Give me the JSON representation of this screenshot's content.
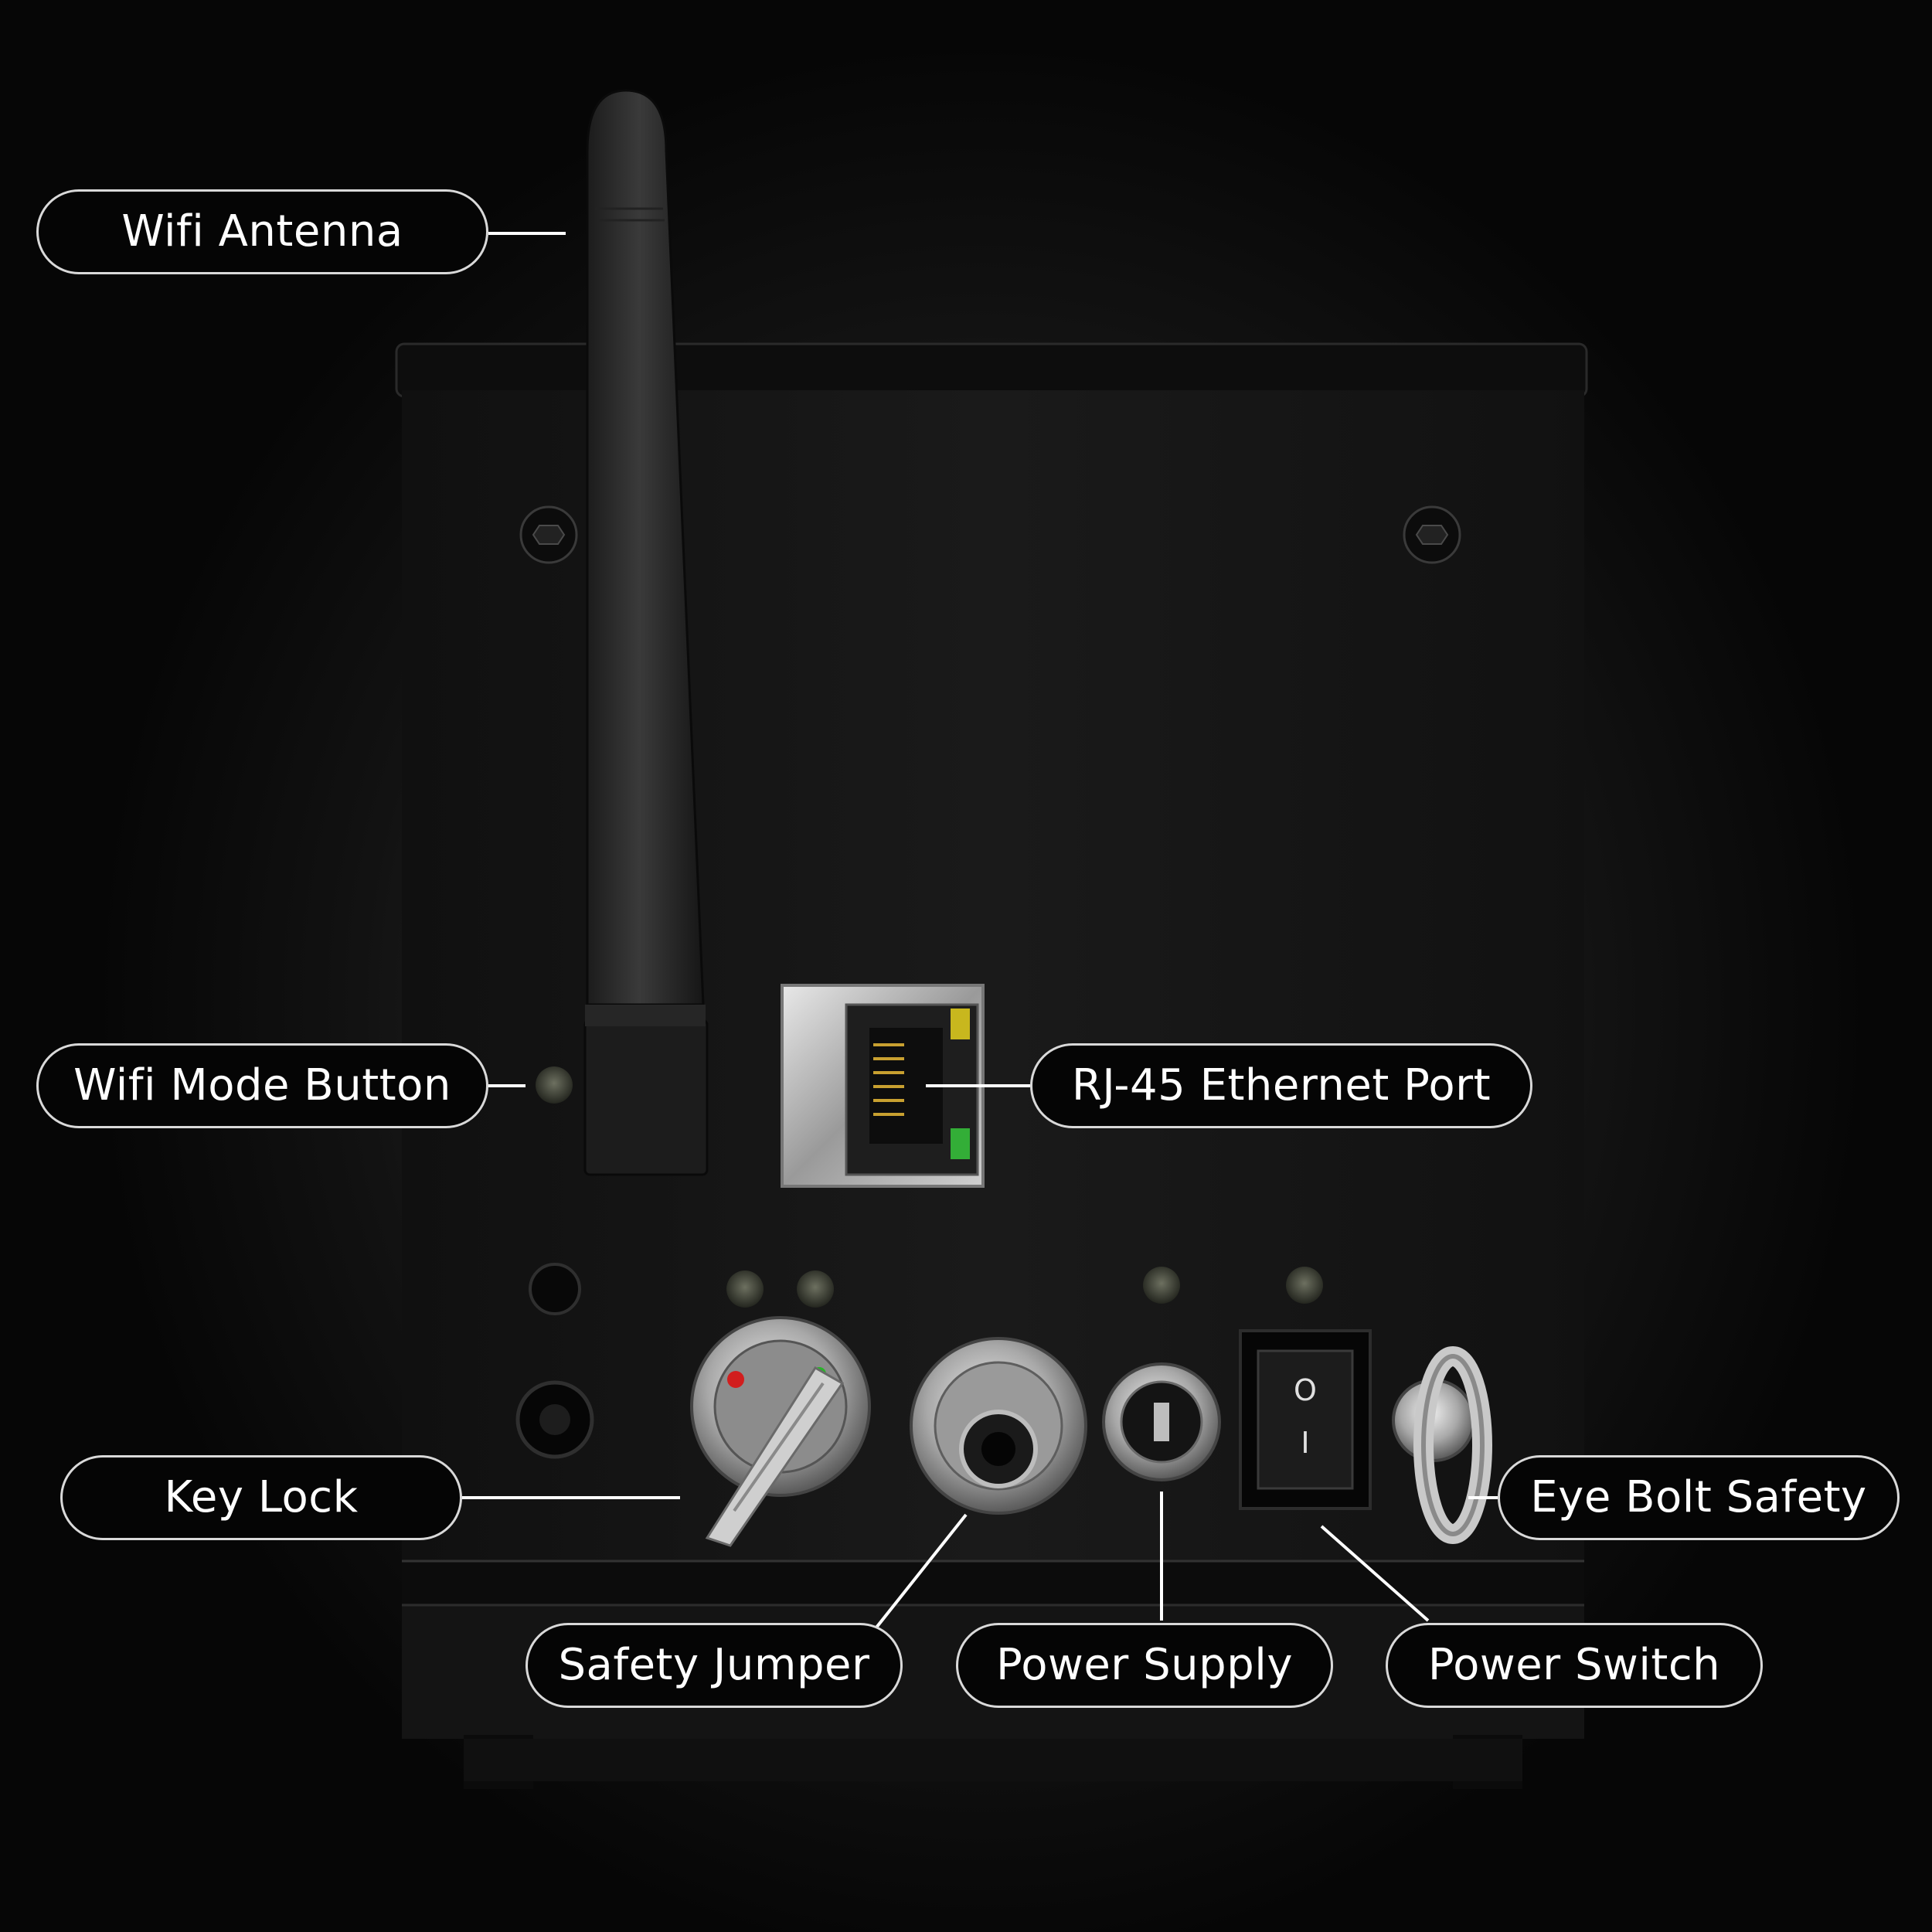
{
  "callouts": {
    "wifi_antenna": "Wifi Antenna",
    "wifi_mode_button": "Wifi Mode Button",
    "rj45_port": "RJ-45 Ethernet Port",
    "key_lock": "Key Lock",
    "eye_bolt_safety": "Eye Bolt Safety",
    "safety_jumper": "Safety Jumper",
    "power_supply": "Power Supply",
    "power_switch": "Power Switch"
  },
  "switch_marks": {
    "off": "O",
    "on": "I"
  },
  "colors": {
    "background": "#0a0a0a",
    "device_body": "#141414",
    "callout_fill": "#050505",
    "callout_border": "#d9d9d9",
    "callout_text": "#ffffff",
    "led_yellow": "#e6d21e",
    "led_green": "#37c83c",
    "key_dot_red": "#d21e1e",
    "key_dot_green": "#28b428"
  }
}
